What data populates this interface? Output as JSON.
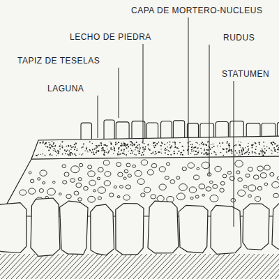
{
  "diagram": {
    "labels": [
      "CAPA DE MORTERO-NUCLEUS",
      "LECHO DE PIEDRA",
      "RUDUS",
      "TAPIZ DE TESELAS",
      "STATUMEN",
      "LAGUNA"
    ]
  }
}
